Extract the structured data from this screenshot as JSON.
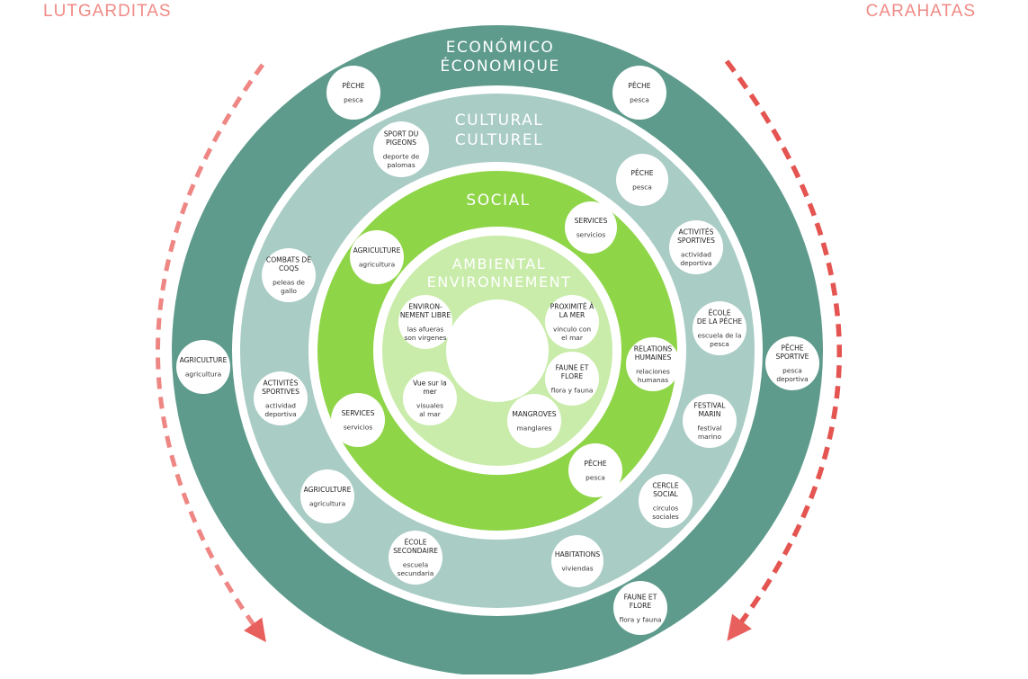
{
  "corners": {
    "left": "LUTGARDITAS",
    "right": "CARAHATAS"
  },
  "colors": {
    "economic": "#5e9b8c",
    "cultural": "#a9ccc5",
    "social": "#8fd548",
    "environmental": "#c9ecaa",
    "node": "#ffffff",
    "arrow": "#e8605d",
    "corner_text": "#f08a86"
  },
  "rings": [
    {
      "id": "economic",
      "lines": [
        "ECONÓMICO",
        "ÉCONOMIQUE"
      ]
    },
    {
      "id": "cultural",
      "lines": [
        "CULTURAL",
        "CULTUREL"
      ]
    },
    {
      "id": "social",
      "lines": [
        "SOCIAL"
      ]
    },
    {
      "id": "environmental",
      "lines": [
        "AMBIENTAL",
        "ENVIRONNEMENT"
      ]
    }
  ],
  "nodes": [
    {
      "ring": "economic",
      "title": [
        "PÊCHE"
      ],
      "sub": [
        "pesca"
      ]
    },
    {
      "ring": "economic",
      "title": [
        "PÊCHE"
      ],
      "sub": [
        "pesca"
      ]
    },
    {
      "ring": "economic",
      "title": [
        "AGRICULTURE"
      ],
      "sub": [
        "agricultura"
      ]
    },
    {
      "ring": "economic",
      "title": [
        "PÊCHE",
        "SPORTIVE"
      ],
      "sub": [
        "pesca",
        "deportiva"
      ]
    },
    {
      "ring": "economic",
      "title": [
        "FAUNE ET",
        "FLORE"
      ],
      "sub": [
        "flora y fauna"
      ]
    },
    {
      "ring": "cultural",
      "title": [
        "SPORT DU",
        "PIGEONS"
      ],
      "sub": [
        "deporte de",
        "palomas"
      ]
    },
    {
      "ring": "cultural",
      "title": [
        "PÊCHE"
      ],
      "sub": [
        "pesca"
      ]
    },
    {
      "ring": "cultural",
      "title": [
        "ACTIVITÉS",
        "SPORTIVES"
      ],
      "sub": [
        "actividad",
        "deportiva"
      ]
    },
    {
      "ring": "cultural",
      "title": [
        "ÉCOLE",
        "DE LA PÊCHE"
      ],
      "sub": [
        "escuela de la",
        "pesca"
      ]
    },
    {
      "ring": "cultural",
      "title": [
        "FESTIVAL",
        "MARIN"
      ],
      "sub": [
        "festival",
        "marino"
      ]
    },
    {
      "ring": "cultural",
      "title": [
        "CERCLE",
        "SOCIAL"
      ],
      "sub": [
        "circulos",
        "sociales"
      ]
    },
    {
      "ring": "cultural",
      "title": [
        "HABITATIONS"
      ],
      "sub": [
        "viviendas"
      ]
    },
    {
      "ring": "cultural",
      "title": [
        "ÉCOLE",
        "SECONDAIRE"
      ],
      "sub": [
        "escuela",
        "secundaria"
      ]
    },
    {
      "ring": "cultural",
      "title": [
        "AGRICULTURE"
      ],
      "sub": [
        "agricultura"
      ]
    },
    {
      "ring": "cultural",
      "title": [
        "ACTIVITÉS",
        "SPORTIVES"
      ],
      "sub": [
        "actividad",
        "deportiva"
      ]
    },
    {
      "ring": "cultural",
      "title": [
        "COMBATS DE",
        "COQS"
      ],
      "sub": [
        "peleas de",
        "gallo"
      ]
    },
    {
      "ring": "social",
      "title": [
        "SERVICES"
      ],
      "sub": [
        "servicios"
      ]
    },
    {
      "ring": "social",
      "title": [
        "RELATIONS",
        "HUMAINES"
      ],
      "sub": [
        "relaciones",
        "humanas"
      ]
    },
    {
      "ring": "social",
      "title": [
        "PÊCHE"
      ],
      "sub": [
        "pesca"
      ]
    },
    {
      "ring": "social",
      "title": [
        "SERVICES"
      ],
      "sub": [
        "servicios"
      ]
    },
    {
      "ring": "social",
      "title": [
        "AGRICULTURE"
      ],
      "sub": [
        "agricultura"
      ]
    },
    {
      "ring": "environmental",
      "title": [
        "ENVIRON-",
        "NEMENT LIBRE"
      ],
      "sub": [
        "las afueras",
        "son virgenes"
      ]
    },
    {
      "ring": "environmental",
      "title": [
        "PROXIMITÉ À",
        "LA MER"
      ],
      "sub": [
        "vinculo con",
        "el mar"
      ]
    },
    {
      "ring": "environmental",
      "title": [
        "FAUNE ET",
        "FLORE"
      ],
      "sub": [
        "flora y fauna"
      ]
    },
    {
      "ring": "environmental",
      "title": [
        "MANGROVES"
      ],
      "sub": [
        "manglares"
      ]
    },
    {
      "ring": "environmental",
      "title": [
        "Vue sur la",
        "mer"
      ],
      "sub": [
        "visuales",
        "al mar"
      ]
    }
  ]
}
